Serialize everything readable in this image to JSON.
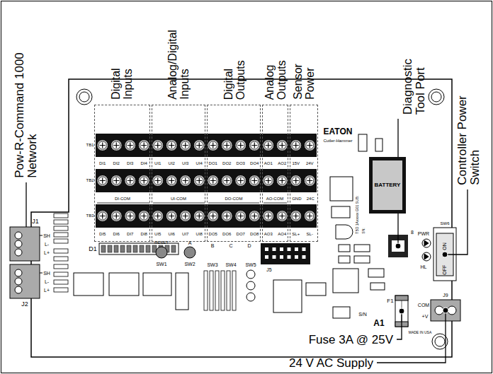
{
  "diagram": {
    "nodes": [
      {
        "text": [
          "Digital Inputs"
        ]
      },
      {
        "text": [
          "Analog/Digital Inputs"
        ]
      },
      {
        "text": [
          "Digital Outputs"
        ]
      },
      {
        "text": [
          "Analog Outputs"
        ]
      },
      {
        "text": [
          "Sensor Power"
        ]
      },
      {
        "text": [
          "BATTERY"
        ]
      }
    ],
    "labels": [
      "DI1",
      "DI2",
      "DI3",
      "DI4",
      "UI1",
      "UI2",
      "UI3",
      "UI4",
      "DO1",
      "DO2",
      "DO3",
      "DO4",
      "AO1",
      "AO2",
      "15V",
      "24V",
      "DI-COM",
      "UI-COM",
      "DO-COM",
      "AO-COM",
      "GND",
      "24C",
      "DI5",
      "DI6",
      "DI7",
      "DI8",
      "UI5",
      "UI6",
      "UI7",
      "UI8",
      "DO5",
      "DO6",
      "DO7",
      "DO8",
      "AO3",
      "AO4",
      "SL+",
      "SL-",
      "Pow-R-Command 1000 Network",
      "Diagnostic Tool Port",
      "Controller Power Switch",
      "Fuse 3A @ 25V",
      "24 V AC Supply",
      "TB1",
      "TB2",
      "TB3",
      "EATON",
      "Cutler-Hammer",
      "J1",
      "J2",
      "SH",
      "L-",
      "L+",
      "SH",
      "L-",
      "L+",
      "D1",
      "RESET",
      "SW1",
      "A",
      "SW2",
      "B",
      "C",
      "D",
      "SW3",
      "SW4",
      "SW5",
      "J5",
      "8",
      "PWR",
      "HL",
      "ON",
      "OFF",
      "SW6",
      "F1",
      "MADE IN USA",
      "COM",
      "+V",
      "J9",
      "S/N",
      "A1",
      "TBD 1Axxxxx G01 SUB:",
      "SN:"
    ]
  }
}
